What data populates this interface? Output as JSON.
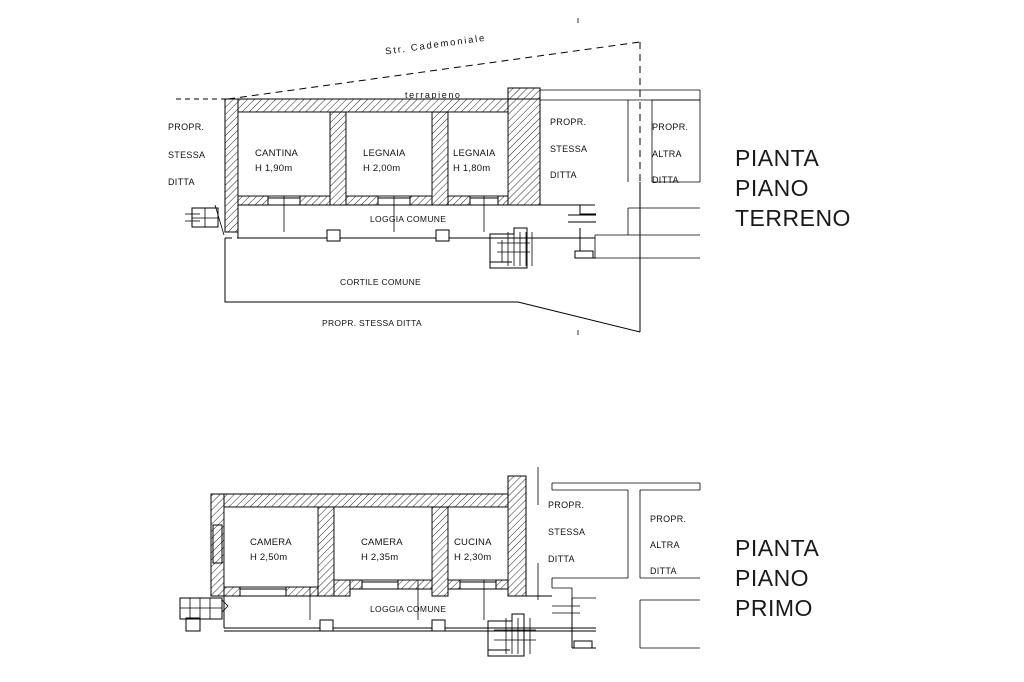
{
  "document": {
    "type": "architectural-floor-plan",
    "background_color": "#ffffff",
    "ink_color": "#000000"
  },
  "ground_floor": {
    "title_lines": [
      "PIANTA",
      "PIANO",
      "TERRENO"
    ],
    "street_label": "Str.  Cademoniale",
    "embankment_label": "terrapieno",
    "left_annotation": [
      "PROPR.",
      "STESSA",
      "DITTA"
    ],
    "right_inner_annotation": [
      "PROPR.",
      "STESSA",
      "DITTA"
    ],
    "right_outer_annotation": [
      "PROPR.",
      "ALTRA",
      "DITTA"
    ],
    "rooms": [
      {
        "name": "CANTINA",
        "height": "H 1,90m"
      },
      {
        "name": "LEGNAIA",
        "height": "H 2,00m"
      },
      {
        "name": "LEGNAIA",
        "height": "H 1,80m"
      }
    ],
    "loggia_label": "LOGGIA COMUNE",
    "courtyard_label": "CORTILE COMUNE",
    "bottom_annotation": "PROPR. STESSA DITTA"
  },
  "first_floor": {
    "title_lines": [
      "PIANTA",
      "PIANO",
      "PRIMO"
    ],
    "right_inner_annotation": [
      "PROPR.",
      "STESSA",
      "DITTA"
    ],
    "right_outer_annotation": [
      "PROPR.",
      "ALTRA",
      "DITTA"
    ],
    "rooms": [
      {
        "name": "CAMERA",
        "height": "H 2,50m"
      },
      {
        "name": "CAMERA",
        "height": "H 2,35m"
      },
      {
        "name": "CUCINA",
        "height": "H 2,30m"
      }
    ],
    "loggia_label": "LOGGIA COMUNE"
  }
}
